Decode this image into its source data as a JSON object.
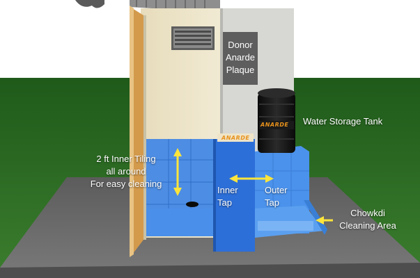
{
  "colors": {
    "sky": "#ffffff",
    "grass": "#2a6a22",
    "platform": "#6b6b6b",
    "tile_blue": "#3f86e6",
    "wall_cream": "#ece2c4",
    "door_wood": "#d8a55a",
    "arrow_yellow": "#ffe53b",
    "brand_orange": "#e8921c",
    "tank_black": "#141414"
  },
  "labels": {
    "plaque": {
      "line1": "Donor",
      "line2": "Anarde",
      "line3": "Plaque"
    },
    "water_tank": "Water Storage Tank",
    "tiling": {
      "line1": "2 ft Inner Tiling",
      "line2": "all around",
      "line3": "For easy cleaning"
    },
    "inner_tap": {
      "line1": "Inner",
      "line2": "Tap"
    },
    "outer_tap": {
      "line1": "Outer",
      "line2": "Tap"
    },
    "chowkdi": {
      "line1": "Chowkdi",
      "line2": "Cleaning Area"
    }
  },
  "brand": {
    "wall_logo": "ANARDE",
    "tank_logo": "ANARDE"
  },
  "icons": {
    "vertical_arrow": "double-headed-vertical-arrow-icon",
    "horizontal_arrow": "double-headed-horizontal-arrow-icon",
    "chowkdi_arrow": "left-arrow-icon",
    "vent": "vent-grille-icon"
  }
}
